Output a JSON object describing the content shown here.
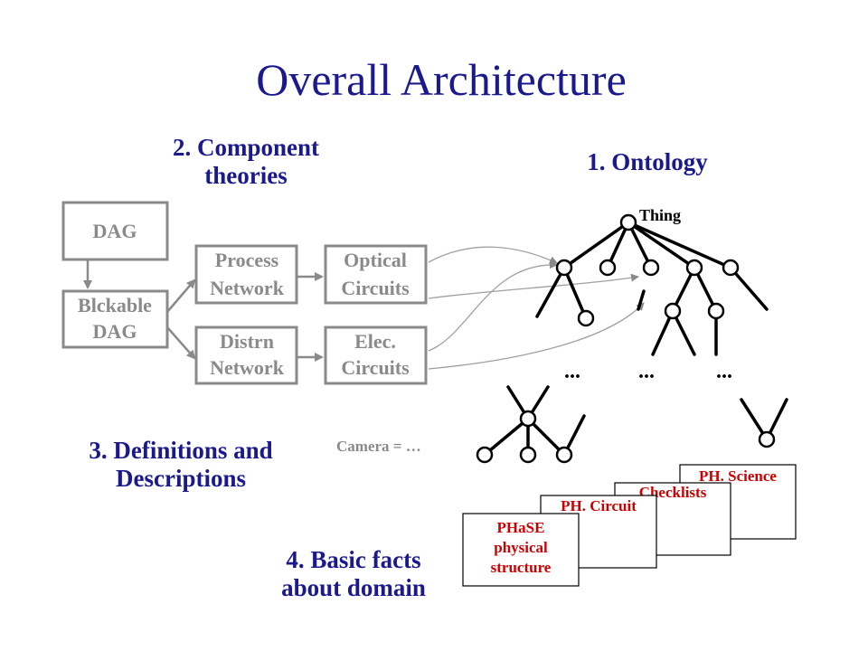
{
  "title": "Overall Architecture",
  "sections": {
    "component_line1": "2. Component",
    "component_line2": "theories",
    "ontology": "1. Ontology",
    "definitions_line1": "3. Definitions and",
    "definitions_line2": "Descriptions",
    "basic_line1": "4. Basic facts",
    "basic_line2": "about domain"
  },
  "boxes": {
    "dag": "DAG",
    "blckable_line1": "Blckable",
    "blckable_line2": "DAG",
    "process_line1": "Process",
    "process_line2": "Network",
    "distrn_line1": "Distrn",
    "distrn_line2": "Network",
    "optical_line1": "Optical",
    "optical_line2": "Circuits",
    "elec_line1": "Elec.",
    "elec_line2": "Circuits"
  },
  "camera": "Camera = …",
  "ontology_tree": {
    "root_label": "Thing",
    "ellipsis": [
      "...",
      "...",
      "..."
    ]
  },
  "cards": {
    "science": "PH. Science",
    "checklists": "Checklists",
    "circuit": "PH. Circuit",
    "phase_line1": "PHaSE",
    "phase_line2": "physical",
    "phase_line3": "structure"
  },
  "colors": {
    "title": "#1a1a8c",
    "box_gray": "#8a8a8a",
    "card_text": "#cc0000",
    "tree": "#000000"
  }
}
